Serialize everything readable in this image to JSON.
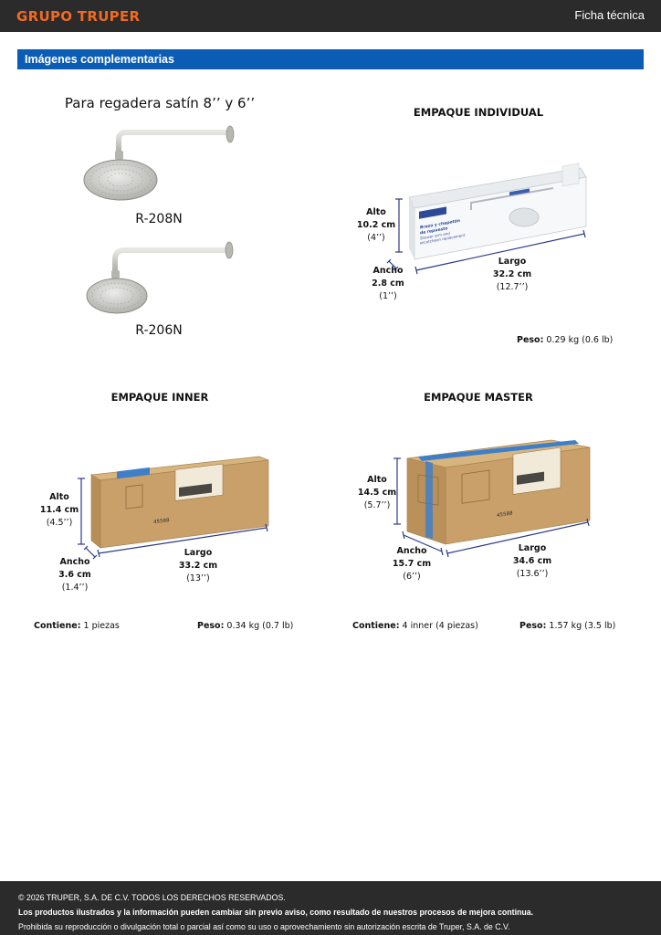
{
  "header": {
    "brand": "GRUPO TRUPER",
    "doc_type": "Ficha técnica"
  },
  "section": {
    "title": "Imágenes complementarias"
  },
  "product": {
    "title": "Para regadera satín 8’’ y 6’’",
    "model_1": "R-208N",
    "model_2": "R-206N"
  },
  "individual": {
    "heading": "EMPAQUE INDIVIDUAL",
    "alto_label": "Alto",
    "alto_cm": "10.2 cm",
    "alto_in": "(4’’)",
    "ancho_label": "Ancho",
    "ancho_cm": "2.8 cm",
    "ancho_in": "(1’’)",
    "largo_label": "Largo",
    "largo_cm": "32.2 cm",
    "largo_in": "(12.7’’)",
    "peso_label": "Peso:",
    "peso_value": "0.29 kg (0.6 lb)",
    "box_brand": "FOSET",
    "box_text_1": "Brazo y chapetón",
    "box_text_2": "de repuesto",
    "box_text_3": "Shower arm and",
    "box_text_4": "escutcheon replacement"
  },
  "inner": {
    "heading": "EMPAQUE INNER",
    "alto_label": "Alto",
    "alto_cm": "11.4 cm",
    "alto_in": "(4.5’’)",
    "ancho_label": "Ancho",
    "ancho_cm": "3.6 cm",
    "ancho_in": "(1.4’’)",
    "largo_label": "Largo",
    "largo_cm": "33.2 cm",
    "largo_in": "(13’’)",
    "contiene_label": "Contiene:",
    "contiene_value": "1 piezas",
    "peso_label": "Peso:",
    "peso_value": "0.34 kg (0.7 lb)",
    "box_code": "45588"
  },
  "master": {
    "heading": "EMPAQUE MASTER",
    "alto_label": "Alto",
    "alto_cm": "14.5 cm",
    "alto_in": "(5.7’’)",
    "ancho_label": "Ancho",
    "ancho_cm": "15.7 cm",
    "ancho_in": "(6’’)",
    "largo_label": "Largo",
    "largo_cm": "34.6 cm",
    "largo_in": "(13.6’’)",
    "contiene_label": "Contiene:",
    "contiene_value": "4 inner (4 piezas)",
    "peso_label": "Peso:",
    "peso_value": "1.57 kg (3.5 lb)",
    "box_code": "45588"
  },
  "footer": {
    "copyright": "© 2026 TRUPER, S.A. DE C.V. TODOS LOS DERECHOS RESERVADOS.",
    "notice": "Los productos ilustrados y la información pueden cambiar sin previo aviso, como resultado de nuestros procesos de mejora continua.",
    "prohibition": "Prohibida su reproducción o divulgación total o parcial así como su uso o aprovechamiento sin autorización escrita de Truper, S.A. de C.V."
  },
  "colors": {
    "brand_orange": "#f26a21",
    "section_blue": "#0a5cb5",
    "header_dark": "#2b2b2b",
    "dimension_navy": "#2a3a8c",
    "cardboard": "#c9a06a"
  }
}
